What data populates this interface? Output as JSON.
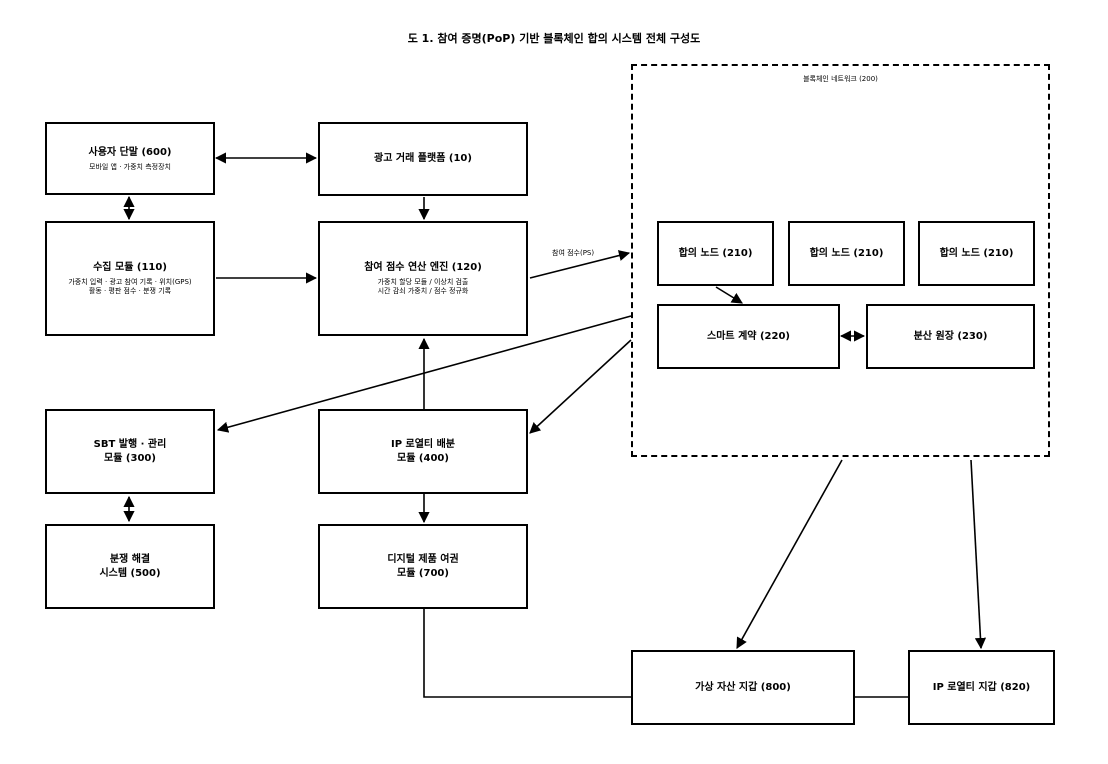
{
  "title": "도 1. 참여 증명(PoP) 기반 블록체인 합의 시스템 전체 구성도",
  "network": {
    "label": "블록체인 네트워크 (200)"
  },
  "edge_label": "참여 점수(PS)",
  "boxes": {
    "user": {
      "title": "사용자 단말 (600)",
      "sub": "모바일 앱 · 가중치 측정장치"
    },
    "platform": {
      "title": "광고 거래 플랫폼 (10)"
    },
    "collect": {
      "title": "수집 모듈 (110)",
      "sub1": "가중치 입력 · 광고 참여 기록 · 위치(GPS)",
      "sub2": "활동 · 평판 점수 · 분쟁 기록"
    },
    "engine": {
      "title": "참여 점수 연산 엔진 (120)",
      "sub1": "가중치 할당 모듈 / 이상치 검출",
      "sub2": "시간 감쇠 가중치 / 점수 정규화"
    },
    "node1": {
      "title": "합의 노드 (210)"
    },
    "node2": {
      "title": "합의 노드 (210)"
    },
    "node3": {
      "title": "합의 노드 (210)"
    },
    "contract": {
      "title": "스마트 계약 (220)"
    },
    "ledger": {
      "title": "분산 원장 (230)"
    },
    "sbt": {
      "title1": "SBT 발행 · 관리",
      "title2": "모듈 (300)"
    },
    "ip": {
      "title1": "IP 로열티 배분",
      "title2": "모듈 (400)"
    },
    "dispute": {
      "title1": "분쟁 해결",
      "title2": "시스템 (500)"
    },
    "digital": {
      "title1": "디지털 제품 여권",
      "title2": "모듈 (700)"
    },
    "wallet": {
      "title": "가상 자산 지갑 (800)"
    },
    "ipwallet": {
      "title": "IP 로열티 지갑 (820)"
    }
  }
}
